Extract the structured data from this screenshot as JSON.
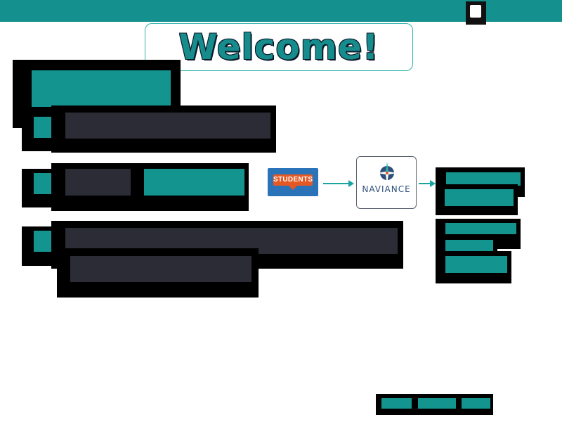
{
  "header": {
    "welcome_title": "Welcome!"
  },
  "flow": {
    "students_label": "STUDENTS",
    "naviance_label": "NAVIANCE"
  },
  "colors": {
    "accent_teal": "#14918e",
    "block_dark": "#2c2c36",
    "students_blue": "#2a73b9",
    "students_orange": "#e45824",
    "naviance_blue": "#2d4f7a"
  },
  "icons": {
    "top_right_button": "square-icon",
    "naviance_logo": "compass-star-icon"
  }
}
